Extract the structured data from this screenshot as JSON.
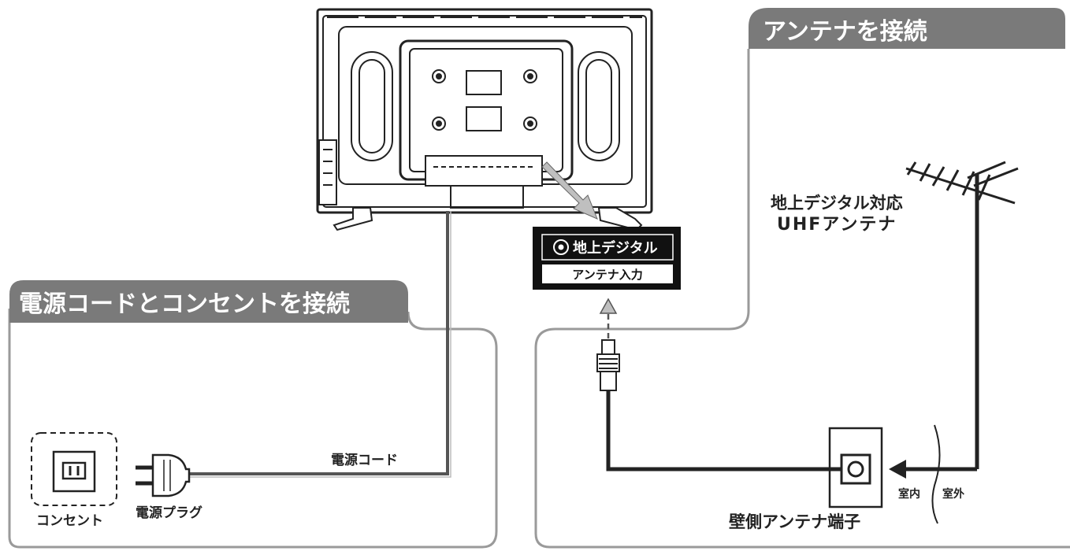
{
  "sections": {
    "antenna_title": "アンテナを接続",
    "power_title": "電源コードとコンセントを接続"
  },
  "labels": {
    "antenna_type_line1": "地上デジタル対応",
    "antenna_type_line2": "UHFアンテナ",
    "terminal_label_top": "地上デジタル",
    "terminal_label_bottom": "アンテナ入力",
    "wall_terminal": "壁側アンテナ端子",
    "indoor": "室内",
    "outdoor": "室外",
    "power_cord": "電源コード",
    "power_plug": "電源プラグ",
    "outlet": "コンセント"
  },
  "colors": {
    "header_fill": "#7a7a7a",
    "line": "#222222",
    "panel_border": "#9a9a9a"
  }
}
